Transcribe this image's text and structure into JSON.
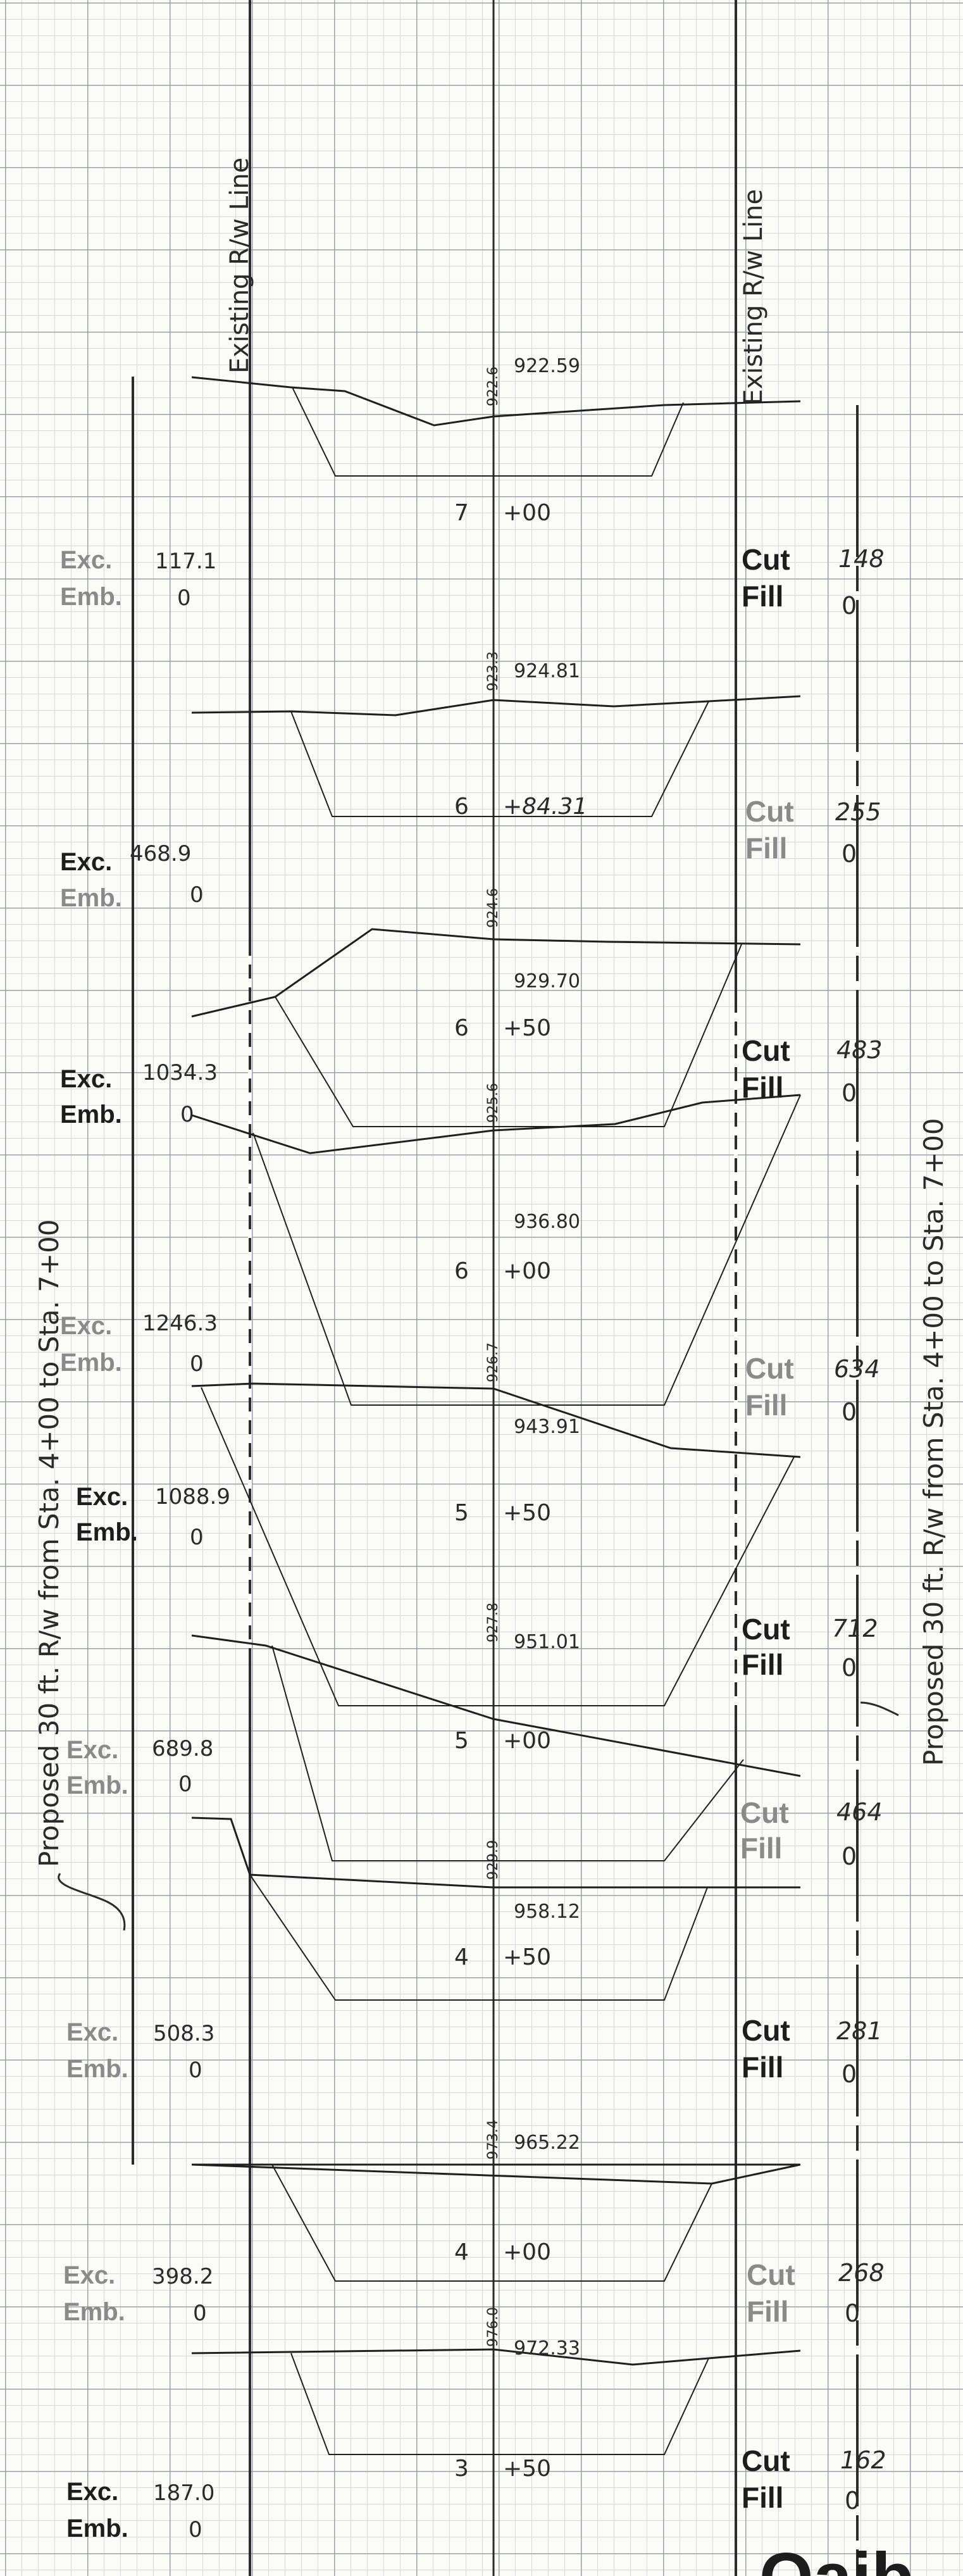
{
  "rw_labels": {
    "left_top": "Existing R/w Line",
    "right_top": "Existing R/w Line",
    "left_proposed": "Proposed 30 ft. R/w from Sta. 4+00 to Sta. 7+00",
    "right_proposed": "Proposed 30 ft. R/w from Sta. 4+00 to Sta. 7+00"
  },
  "labels": {
    "exc": "Exc.",
    "emb": "Emb.",
    "cut": "Cut",
    "fill": "Fill"
  },
  "sections": [
    {
      "station": "7",
      "plus": "+00",
      "elev": "922.59",
      "centerline": "922.6",
      "exc": "117.1",
      "emb": "0",
      "cut": "148",
      "fill": "0"
    },
    {
      "station": "6",
      "plus": "+84.31",
      "elev": "924.81",
      "centerline": "923.3",
      "exc": "468.9",
      "emb": "0",
      "cut": "255",
      "fill": "0"
    },
    {
      "station": "6",
      "plus": "+50",
      "elev": "929.70",
      "centerline": "924.6",
      "exc": "1034.3",
      "emb": "0",
      "cut": "483",
      "fill": "0"
    },
    {
      "station": "6",
      "plus": "+00",
      "elev": "936.80",
      "centerline": "925.6",
      "exc": "1246.3",
      "emb": "0",
      "cut": "634",
      "fill": "0"
    },
    {
      "station": "5",
      "plus": "+50",
      "elev": "943.91",
      "centerline": "926.7",
      "exc": "1088.9",
      "emb": "0",
      "cut": "712",
      "fill": "0"
    },
    {
      "station": "5",
      "plus": "+00",
      "elev": "951.01",
      "centerline": "927.8",
      "exc": "689.8",
      "emb": "0",
      "cut": "464",
      "fill": "0"
    },
    {
      "station": "4",
      "plus": "+50",
      "elev": "958.12",
      "centerline": "929.9",
      "exc": "508.3",
      "emb": "0",
      "cut": "281",
      "fill": "0"
    },
    {
      "station": "4",
      "plus": "+00",
      "elev": "965.22",
      "centerline": "973.4",
      "exc": "398.2",
      "emb": "0",
      "cut": "268",
      "fill": "0"
    },
    {
      "station": "3",
      "plus": "+50",
      "elev": "972.33",
      "centerline": "976.0",
      "exc": "187.0",
      "emb": "0",
      "cut": "162",
      "fill": "0"
    }
  ],
  "corner_text": "Qaib"
}
